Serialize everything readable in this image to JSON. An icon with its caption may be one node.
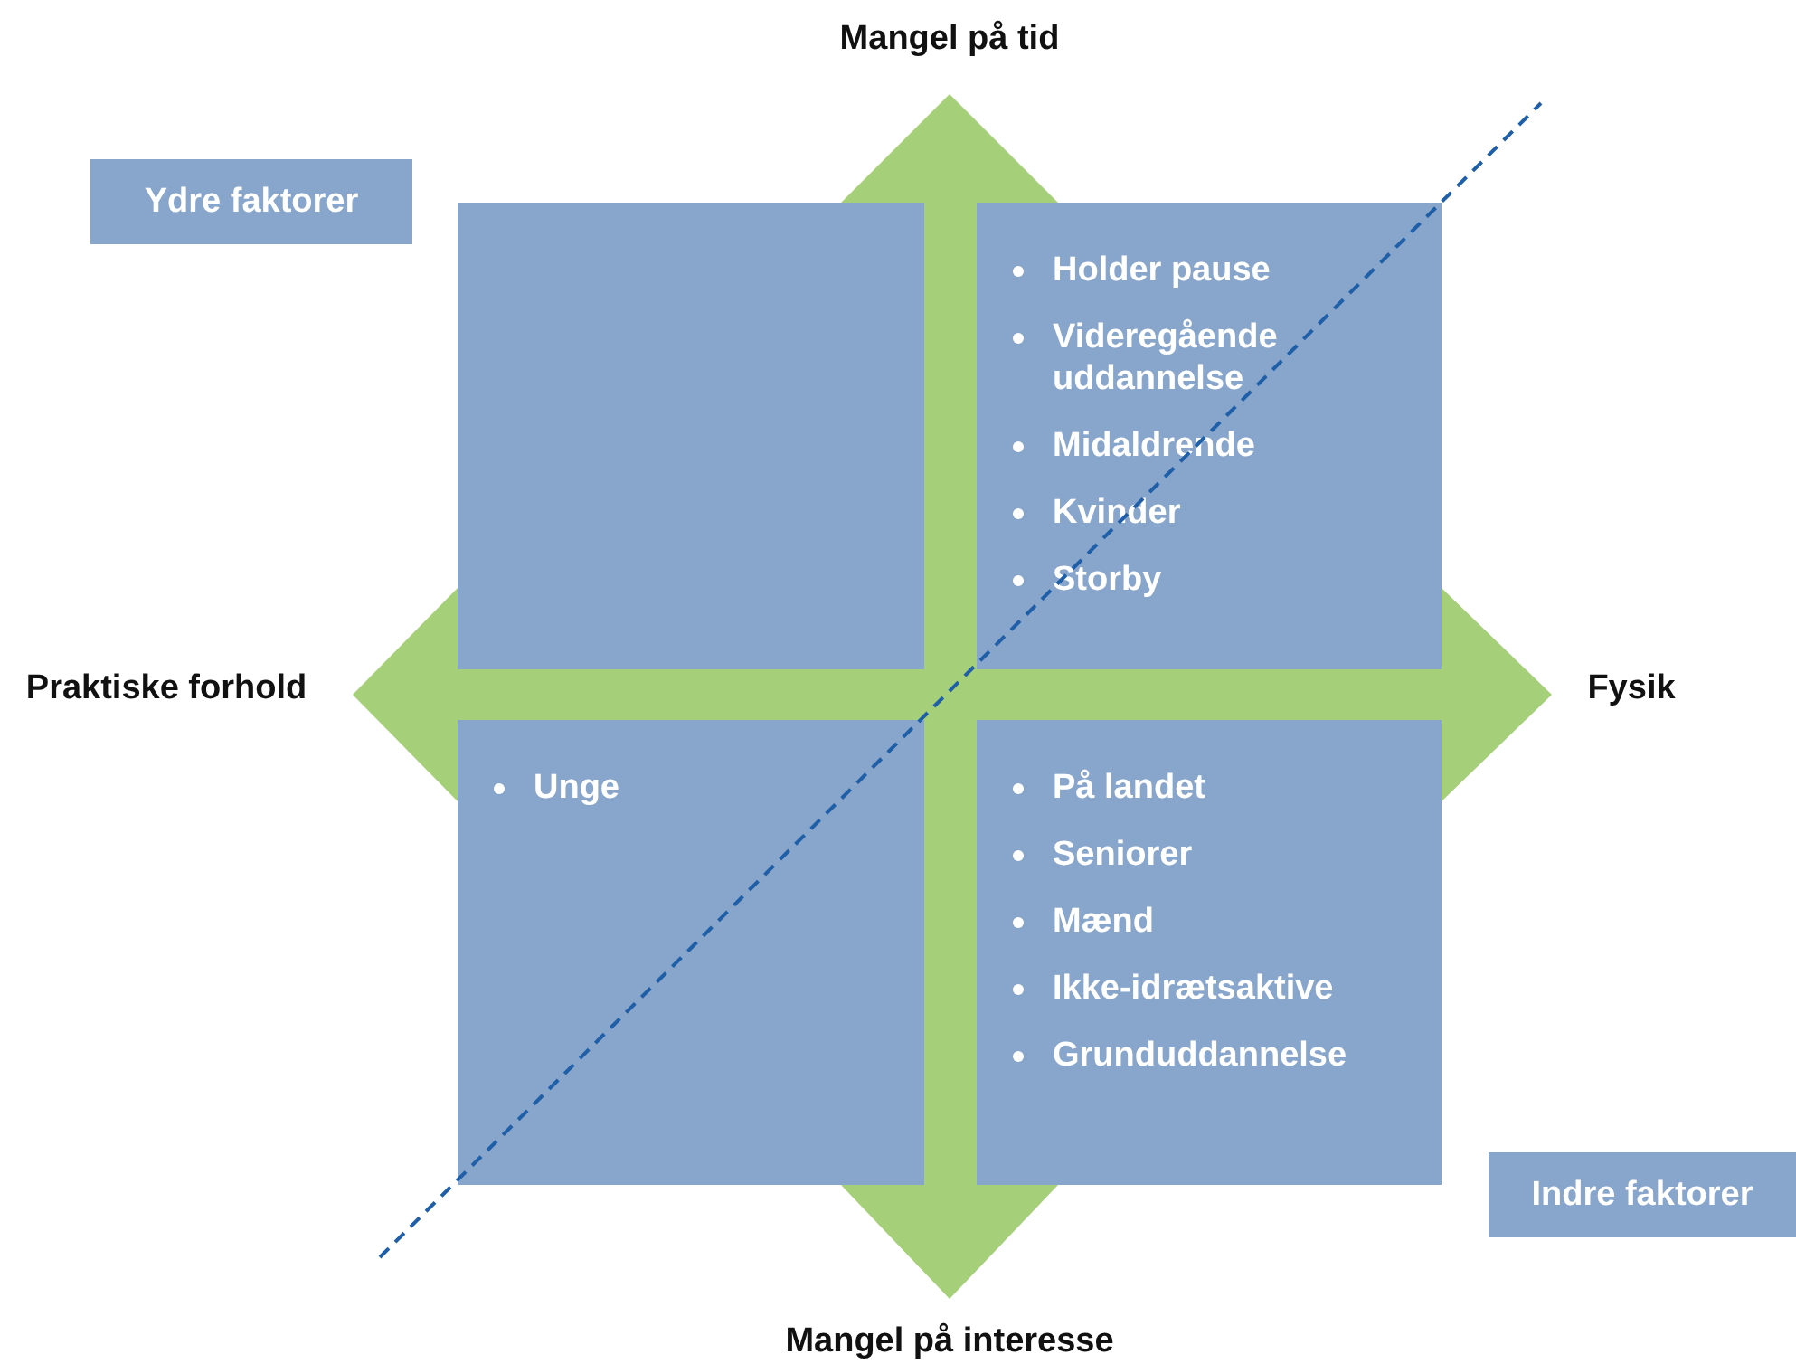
{
  "diagram": {
    "nodes": [
      {
        "text": [
          "Ydre faktorer"
        ]
      },
      {
        "text": [],
        "shape": "box"
      },
      {
        "text": [
          "Holder pause",
          "Videregående uddannelse",
          "Midaldrende",
          "Kvinder",
          "Storby"
        ]
      },
      {
        "text": [
          "Unge"
        ]
      },
      {
        "text": [
          "På landet",
          "Seniorer",
          "Mænd",
          "Ikke-idrætsaktive",
          "Grunduddannelse"
        ]
      },
      {
        "text": [
          "Indre faktorer"
        ]
      }
    ],
    "edges": [],
    "labels": [
      "Mangel på tid",
      "Praktiske forhold",
      "Fysik",
      "Mangel på interesse"
    ]
  }
}
